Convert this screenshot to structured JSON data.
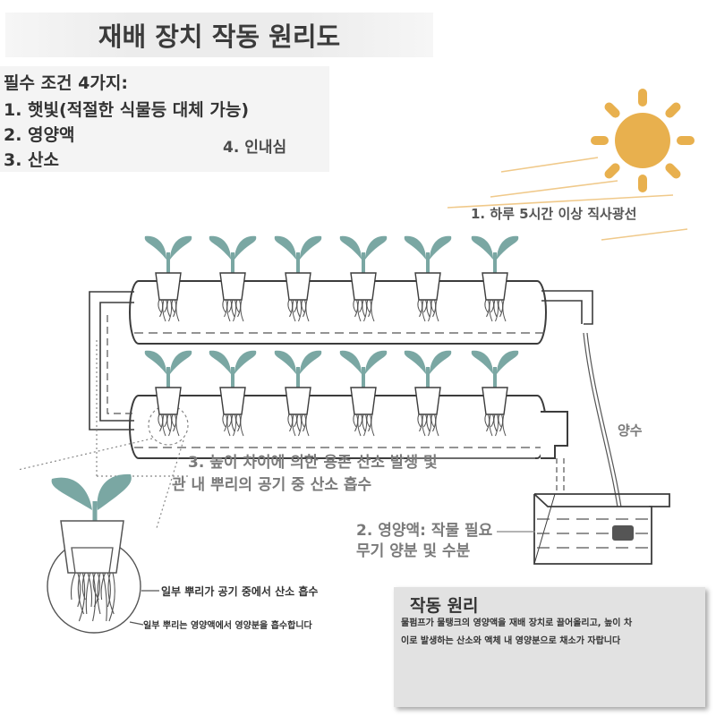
{
  "title": "재배 장치 작동 원리도",
  "conditions": {
    "heading": "필수 조건 4가지:",
    "item1": "1. 햇빛(적절한 식물등 대체 가능)",
    "item2": "2. 영양액",
    "item3": "3. 산소",
    "item4": "4. 인내심"
  },
  "sun_label": "1. 하루 5시간 이상 직사광선",
  "pump_label": "양수",
  "oxygen_label": {
    "line1": "3. 높이 차이에 의한 용존 산소 발생 및",
    "line2": "관 내 뿌리의 공기 중 산소 흡수"
  },
  "nutrient_label": {
    "line1": "2. 영양액: 작물 필요",
    "line2": "무기 양분 및 수분"
  },
  "root_notes": {
    "air": "일부 뿌리가 공기 중에서 산소 흡수",
    "liquid": "일부 뿌리는 영양액에서 영양분을 흡수합니다"
  },
  "principle": {
    "heading": "작동 원리",
    "line1": "물펌프가 물탱크의 영양액을 재배 장치로 끌어올리고, 높이 차",
    "line2": "이로 발생하는 산소와 액체 내 영양분으로 채소가 자랍니다"
  },
  "colors": {
    "leaf": "#7aa7a3",
    "sun": "#e8b04e",
    "sun_ray": "#f0c98a",
    "pipe_line": "#3c3c3c",
    "root": "#555555"
  }
}
